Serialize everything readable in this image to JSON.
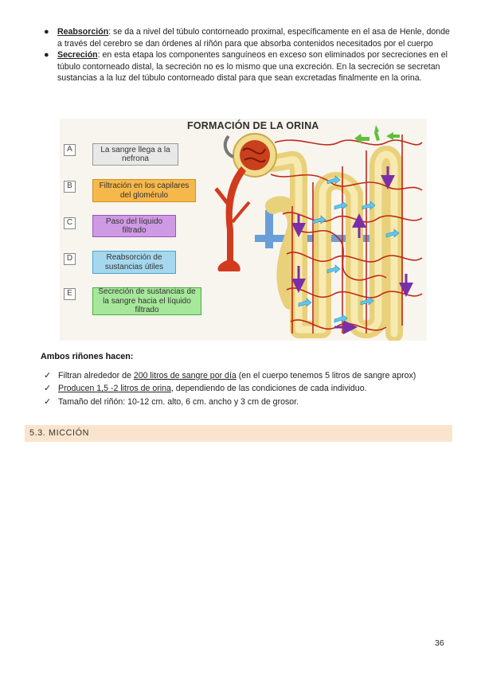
{
  "bullets": [
    {
      "term": "Reabsorción",
      "text": ": se da a nivel del túbulo contorneado proximal, específicamente en el asa de Henle, donde a través del cerebro se dan órdenes al riñón para que absorba contenidos necesitados por el cuerpo"
    },
    {
      "term": "Secreción",
      "text": ": en esta etapa los componentes sanguíneos en exceso son eliminados por secreciones en el túbulo contorneado distal, la secreción no es lo mismo que una excreción. En la secreción se secretan sustancias a la luz del túbulo contorneado distal para que sean excretadas finalmente en la orina."
    }
  ],
  "figure": {
    "title": "FORMACIÓN DE LA ORINA",
    "steps": [
      {
        "letter": "A",
        "text": "La sangre llega a la nefrona",
        "color": "#e8e8e8",
        "border": "#9a9a9a"
      },
      {
        "letter": "B",
        "text": "Filtración en los capilares del glomérulo",
        "color": "#f6b84a",
        "border": "#d2901c"
      },
      {
        "letter": "C",
        "text": "Paso del líquido filtrado",
        "color": "#cf9ae4",
        "border": "#9b55b8"
      },
      {
        "letter": "D",
        "text": "Reabsorción de sustancias útiles",
        "color": "#a5d8ee",
        "border": "#4aa3cf"
      },
      {
        "letter": "E",
        "text": "Secreción de sustancias de la sangre hacia el líquido filtrado",
        "color": "#a7e79b",
        "border": "#47b03a"
      }
    ]
  },
  "kidneys": {
    "heading": "Ambos riñones hacen:",
    "items": [
      {
        "pre": "Filtran alrededor de ",
        "underlined": "200 litros de sangre por día",
        "post": " (en el cuerpo tenemos 5 litros de sangre aprox)"
      },
      {
        "pre": "",
        "underlined": "Producen 1,5 -2 litros de orina",
        "post": ", dependiendo de las condiciones de cada individuo."
      },
      {
        "pre": "Tamaño del riñón: 10-12 cm. alto, 6 cm. ancho y 3 cm de grosor.",
        "underlined": "",
        "post": ""
      }
    ]
  },
  "section": {
    "title": "5.3. MICCIÓN"
  },
  "page_number": "36",
  "colors": {
    "section_bar": "#fbe4cd",
    "tubule": "#f0dc8c",
    "vessel": "#c0281a",
    "arrow_blue": "#5ec7ee",
    "arrow_purple": "#7a2fa8"
  }
}
